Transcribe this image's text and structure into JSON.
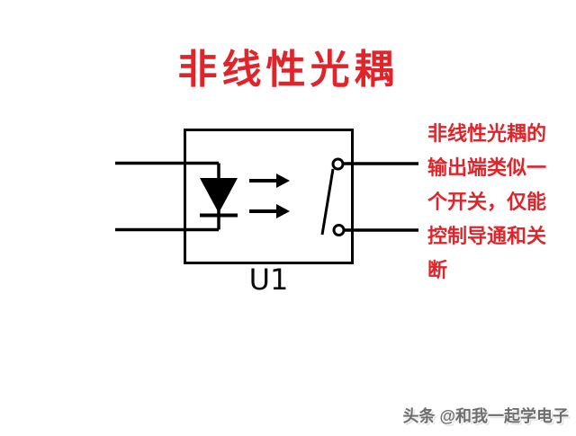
{
  "title": "非线性光耦",
  "colors": {
    "accent_red": "#e1232a",
    "schematic_black": "#000000",
    "watermark_gray": "#6e6e6e"
  },
  "schematic": {
    "ref_label": "U1"
  },
  "annotation": {
    "lines": [
      "非线性光耦的",
      "输出端类似一",
      "个开关，仅能",
      "控制导通和关",
      "断"
    ]
  },
  "watermark": "头条 @和我一起学电子"
}
